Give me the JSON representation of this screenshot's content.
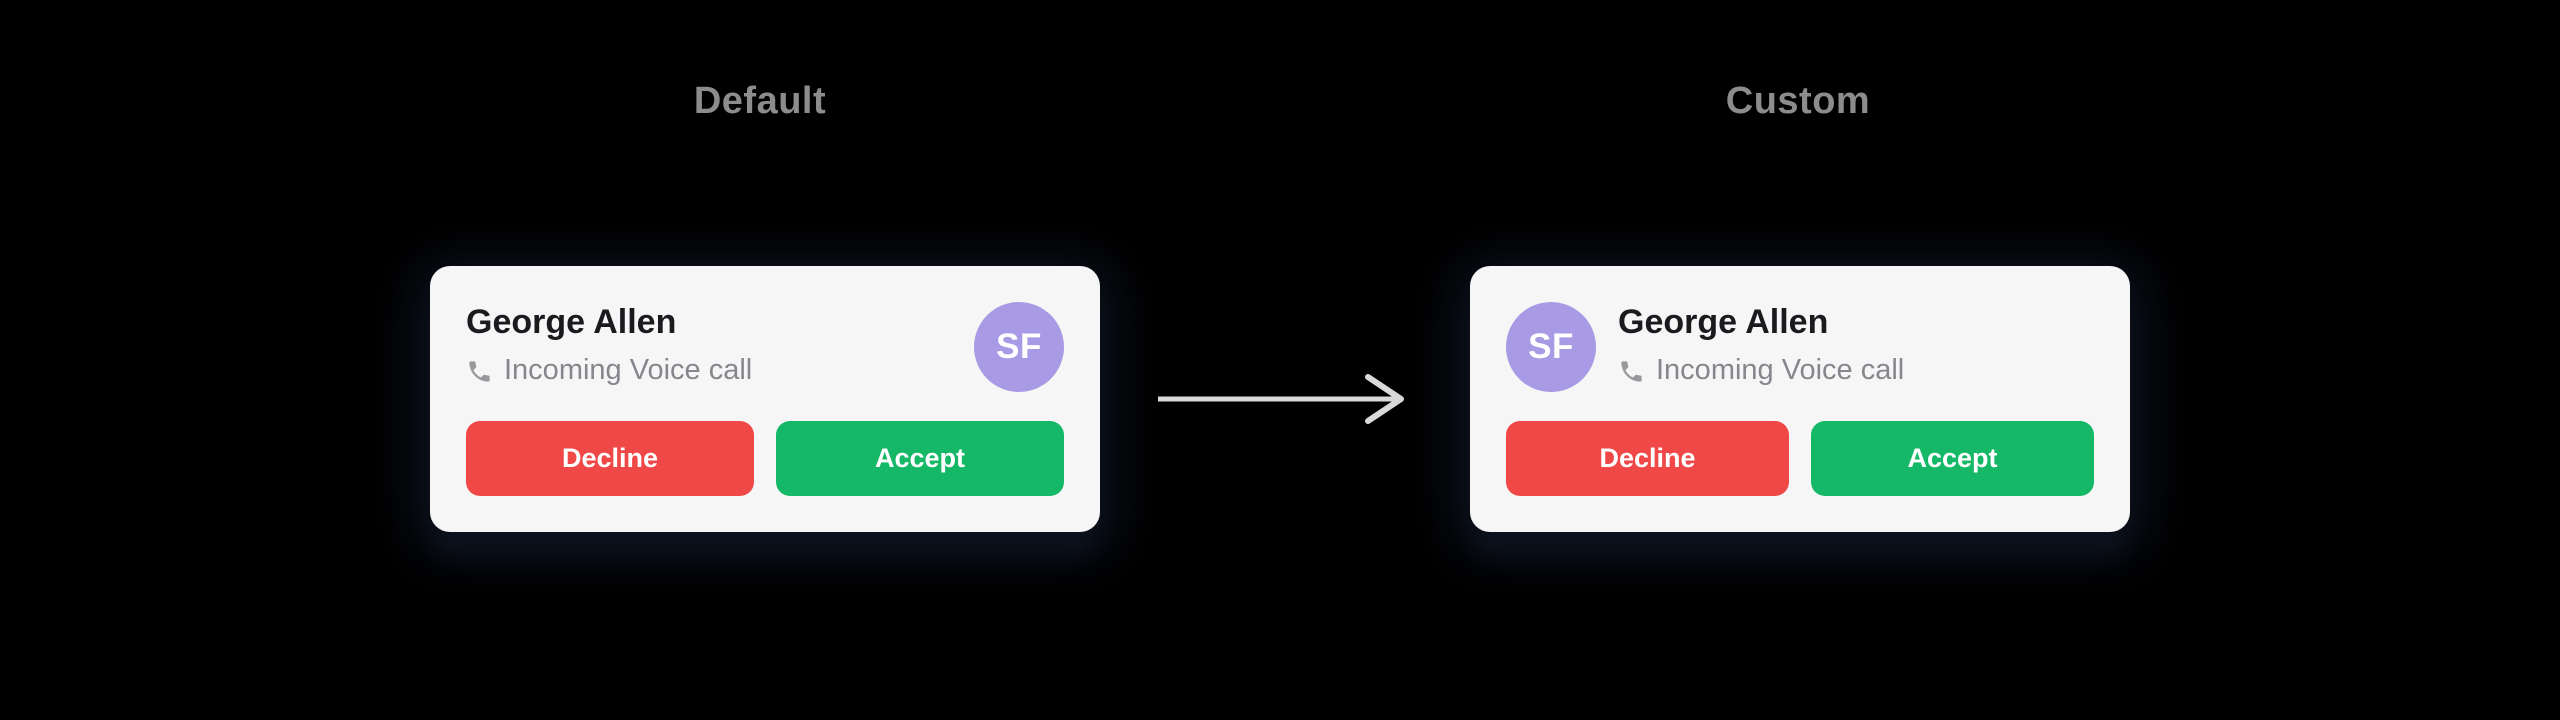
{
  "sections": {
    "default": {
      "label": "Default"
    },
    "custom": {
      "label": "Custom"
    }
  },
  "arrow": {
    "icon": "arrow-right-icon",
    "direction": "right"
  },
  "cards": {
    "default": {
      "caller_name": "George Allen",
      "call_status": "Incoming Voice call",
      "avatar_initials": "SF",
      "decline_label": "Decline",
      "accept_label": "Accept",
      "status_icon": "phone-icon",
      "avatar_position": "right"
    },
    "custom": {
      "caller_name": "George Allen",
      "call_status": "Incoming Voice call",
      "avatar_initials": "SF",
      "decline_label": "Decline",
      "accept_label": "Accept",
      "status_icon": "phone-icon",
      "avatar_position": "left"
    }
  },
  "colors": {
    "page_background": "#000000",
    "card_background": "#f6f6f7",
    "caller_name_text": "#1a1b1e",
    "call_status_text": "#85878c",
    "decline_button": "#f04747",
    "accept_button": "#14b866",
    "button_text": "#ffffff",
    "avatar_background": "#a89ae4",
    "avatar_text": "#ffffff",
    "section_label_text": "#8c8c8c",
    "arrow": "#d9d9d9"
  }
}
